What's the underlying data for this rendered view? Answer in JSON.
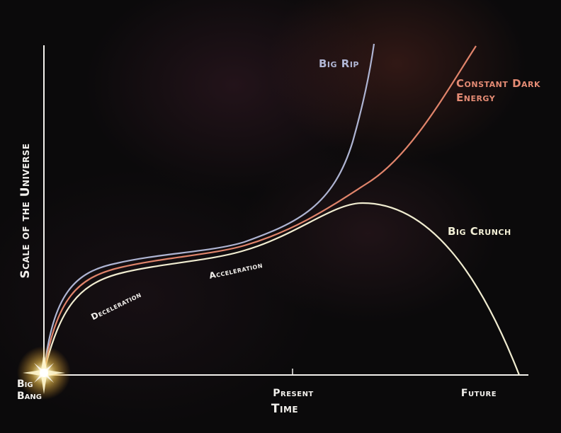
{
  "axes": {
    "y_label": "Scale of the Universe",
    "x_label": "Time",
    "origin_label": "Big Bang",
    "ticks": [
      "Present",
      "Future"
    ]
  },
  "curves": [
    {
      "name": "Big Rip",
      "color": "#aeb4d2"
    },
    {
      "name": "Constant Dark Energy",
      "color": "#e0846b"
    },
    {
      "name": "Big Crunch",
      "color": "#f0ecd0"
    }
  ],
  "phases": [
    "Deceleration",
    "Acceleration"
  ],
  "colors": {
    "background": "#0b0a0b",
    "axis": "#f2f0ec",
    "big_bang_glow": "#f7d36a"
  },
  "icons": [
    "big-bang-star-icon"
  ]
}
